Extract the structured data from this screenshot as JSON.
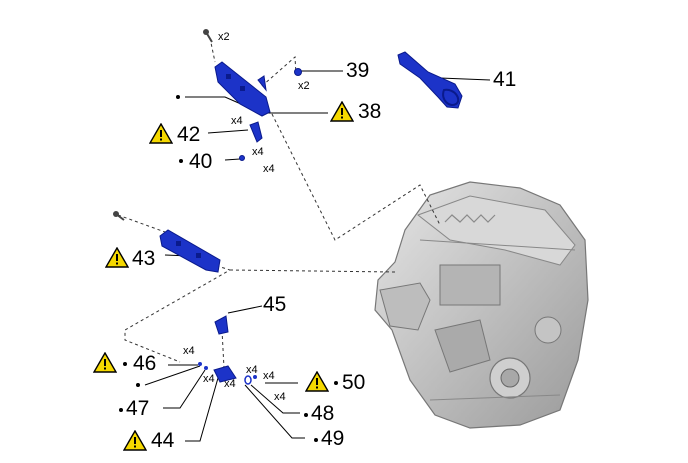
{
  "parts": {
    "p38": "38",
    "p39": "39",
    "p40": "40",
    "p41": "41",
    "p42": "42",
    "p43": "43",
    "p44": "44",
    "p45": "45",
    "p46": "46",
    "p47": "47",
    "p48": "48",
    "p49": "49",
    "p50": "50"
  },
  "quantities": {
    "bolt_top": "x2",
    "p39": "x2",
    "p42": "x4",
    "p40a": "x4",
    "p40b": "x4",
    "p46": "x4",
    "p47": "x4",
    "p44": "x4",
    "p48a": "x4",
    "p48b": "x4",
    "p50": "x4"
  },
  "colors": {
    "part_blue": "#1c33c8",
    "part_dark": "#0a1a8c",
    "warning_yellow": "#f5d800",
    "engine_gray": "#c8c8c8"
  },
  "icons": {
    "warning": "warning-triangle-icon",
    "bullet": "bullet-dot"
  }
}
